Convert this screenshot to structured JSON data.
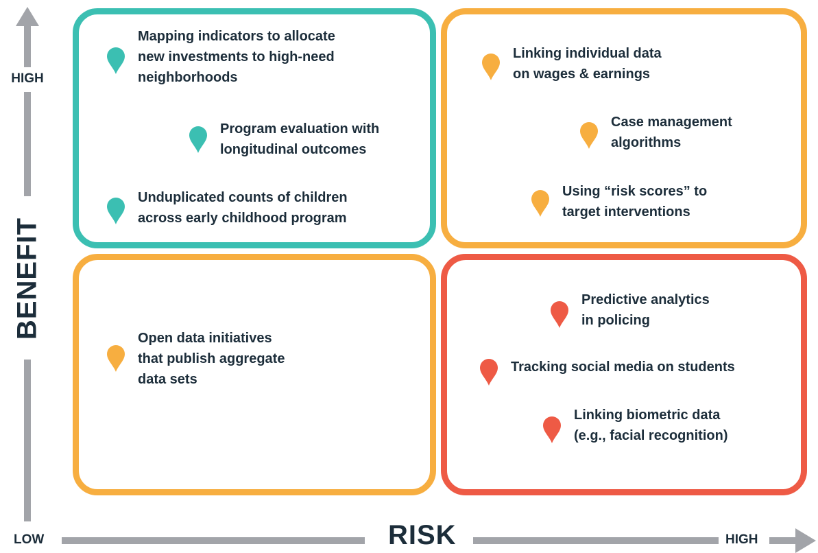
{
  "axes": {
    "y_title": "BENEFIT",
    "x_title": "RISK",
    "y_high": "HIGH",
    "x_low": "LOW",
    "x_high": "HIGH"
  },
  "colors": {
    "teal": "#3bbfb2",
    "orange": "#f7ae40",
    "red": "#ee5a45",
    "axis": "#a2a4a9",
    "text": "#1c2d3a"
  },
  "quadrants": {
    "high_benefit_low_risk": {
      "color": "teal",
      "items": [
        {
          "text": "Mapping indicators to allocate\nnew investments to high-need\nneighborhoods"
        },
        {
          "text": "Program evaluation with\nlongitudinal outcomes"
        },
        {
          "text": "Unduplicated counts of children\nacross early childhood program"
        }
      ]
    },
    "high_benefit_high_risk": {
      "color": "orange",
      "items": [
        {
          "text": "Linking individual data\non wages & earnings"
        },
        {
          "text": "Case management\nalgorithms"
        },
        {
          "text": "Using “risk scores” to\ntarget interventions"
        }
      ]
    },
    "low_benefit_low_risk": {
      "color": "orange",
      "items": [
        {
          "text": "Open data initiatives\nthat publish aggregate\ndata sets"
        }
      ]
    },
    "low_benefit_high_risk": {
      "color": "red",
      "items": [
        {
          "text": "Predictive analytics\nin policing"
        },
        {
          "text": "Tracking social media on students"
        },
        {
          "text": "Linking biometric data\n(e.g., facial recognition)"
        }
      ]
    }
  }
}
